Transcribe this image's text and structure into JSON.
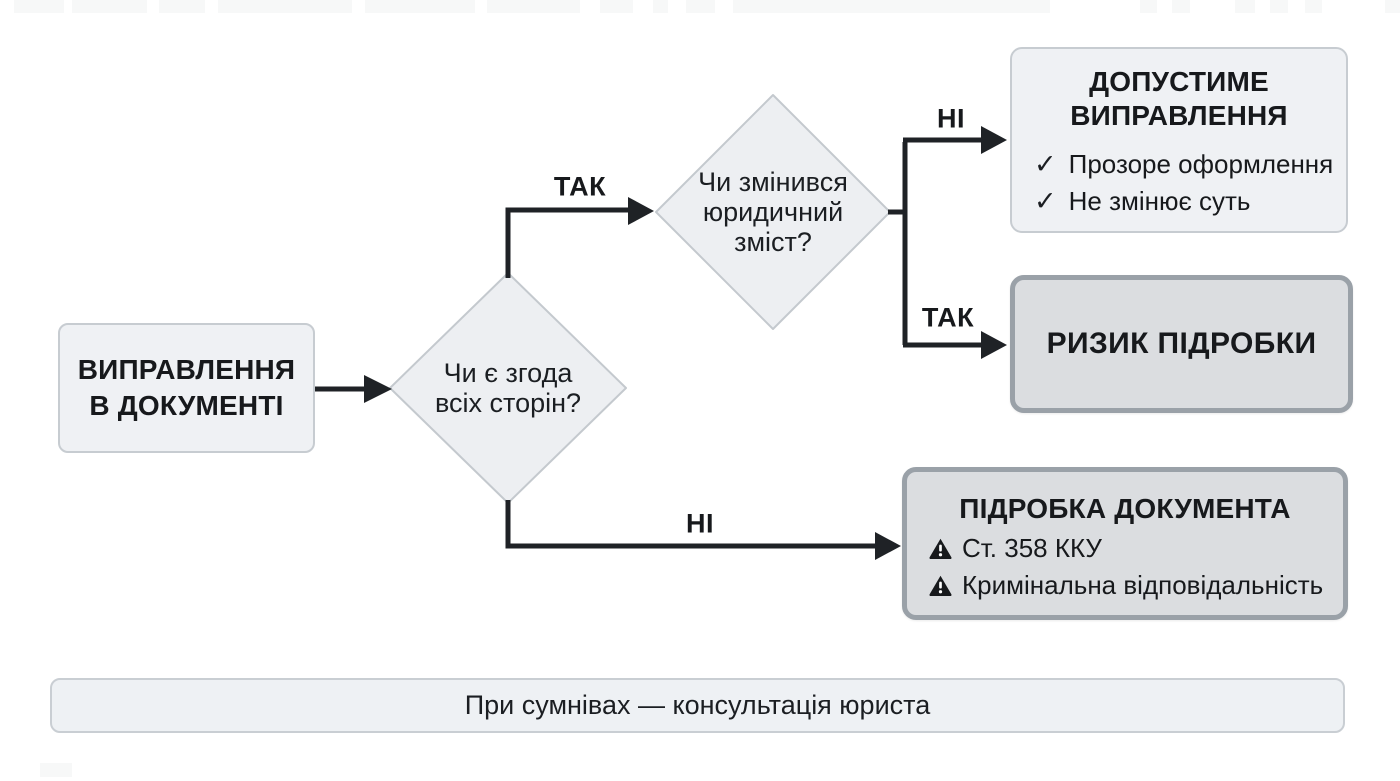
{
  "colors": {
    "background": "#ffffff",
    "line": "#1f2226",
    "text": "#17191c",
    "light_node_fill": "#eff1f4",
    "light_node_border": "#c7ccd1",
    "gray_node_fill": "#dbdde0",
    "gray_node_border": "#9aa1a8"
  },
  "flowchart": {
    "start": {
      "label_line1": "ВИПРАВЛЕННЯ",
      "label_line2": "В ДОКУМЕНТІ"
    },
    "decision1": {
      "label_line1": "Чи є згода",
      "label_line2": "всіх сторін?"
    },
    "decision2": {
      "label_line1": "Чи змінився",
      "label_line2": "юридичний",
      "label_line3": "зміст?"
    },
    "edges": {
      "to_decision2": "ТАК",
      "to_allowed": "НІ",
      "to_risk": "ТАК",
      "to_forgery": "НІ"
    },
    "allowed": {
      "title_line1": "ДОПУСТИМЕ",
      "title_line2": "ВИПРАВЛЕННЯ",
      "items": [
        {
          "icon": "check",
          "text": "Прозоре оформлення"
        },
        {
          "icon": "check",
          "text": "Не змінює суть"
        }
      ],
      "check_glyph": "✓"
    },
    "risk": {
      "title": "РИЗИК ПІДРОБКИ"
    },
    "forgery": {
      "title": "ПІДРОБКА ДОКУМЕНТА",
      "items": [
        {
          "icon": "warning",
          "text": "Ст. 358 ККУ"
        },
        {
          "icon": "warning",
          "text": "Кримінальна відповідальність"
        }
      ]
    },
    "footer": {
      "text": "При сумнівах — консультація юриста"
    }
  }
}
